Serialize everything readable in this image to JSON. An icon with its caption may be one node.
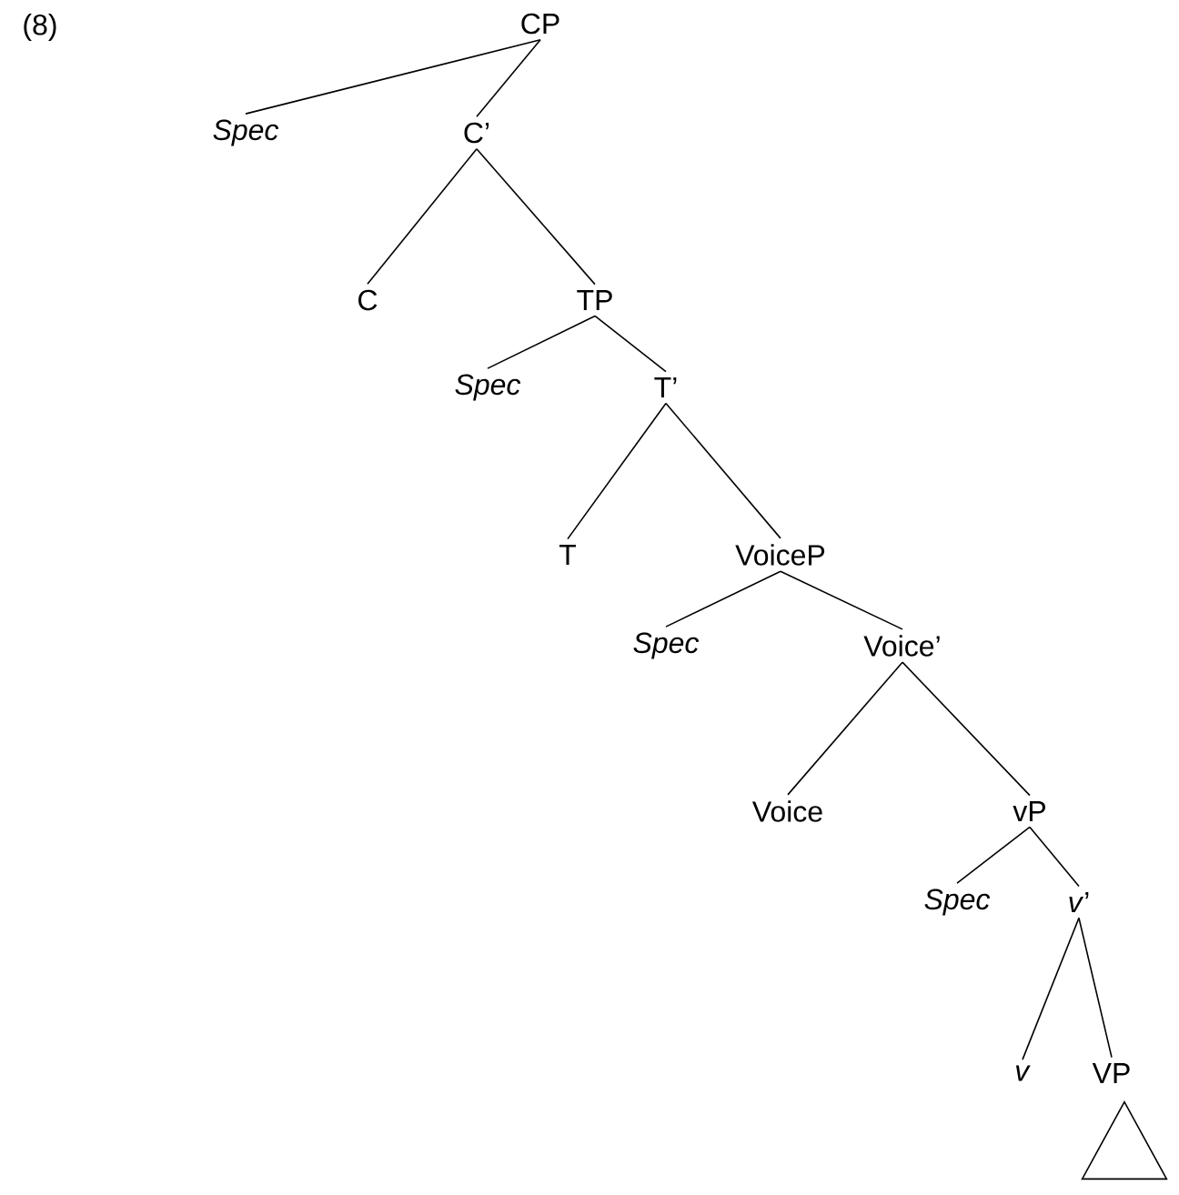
{
  "diagram": {
    "nodes": [
      {
        "text": [
          "CP"
        ]
      },
      {
        "text": [
          "*Spec*"
        ]
      },
      {
        "text": [
          "C’"
        ]
      },
      {
        "text": [
          "C"
        ]
      },
      {
        "text": [
          "TP"
        ]
      },
      {
        "text": [
          "*Spec*"
        ]
      },
      {
        "text": [
          "T’"
        ]
      },
      {
        "text": [
          "T"
        ]
      },
      {
        "text": [
          "VoiceP"
        ]
      },
      {
        "text": [
          "*Spec*"
        ]
      },
      {
        "text": [
          "Voice’"
        ]
      },
      {
        "text": [
          "Voice"
        ]
      },
      {
        "text": [
          "vP"
        ]
      },
      {
        "text": [
          "*Spec*"
        ]
      },
      {
        "text": [
          "*v*’"
        ]
      },
      {
        "text": [
          "*v*"
        ]
      },
      {
        "text": [
          "VP"
        ]
      },
      {
        "text": [],
        "shape": "triangle"
      }
    ],
    "edges": [
      {
        "from": 0,
        "to": 1,
        "arrow": "none"
      },
      {
        "from": 0,
        "to": 2,
        "arrow": "none"
      },
      {
        "from": 2,
        "to": 3,
        "arrow": "none"
      },
      {
        "from": 2,
        "to": 4,
        "arrow": "none"
      },
      {
        "from": 4,
        "to": 5,
        "arrow": "none"
      },
      {
        "from": 4,
        "to": 6,
        "arrow": "none"
      },
      {
        "from": 6,
        "to": 7,
        "arrow": "none"
      },
      {
        "from": 6,
        "to": 8,
        "arrow": "none"
      },
      {
        "from": 8,
        "to": 9,
        "arrow": "none"
      },
      {
        "from": 8,
        "to": 10,
        "arrow": "none"
      },
      {
        "from": 10,
        "to": 11,
        "arrow": "none"
      },
      {
        "from": 10,
        "to": 12,
        "arrow": "none"
      },
      {
        "from": 12,
        "to": 13,
        "arrow": "none"
      },
      {
        "from": 12,
        "to": 14,
        "arrow": "none"
      },
      {
        "from": 14,
        "to": 15,
        "arrow": "none"
      },
      {
        "from": 14,
        "to": 16,
        "arrow": "none"
      }
    ],
    "labels": [
      "(8)"
    ]
  }
}
